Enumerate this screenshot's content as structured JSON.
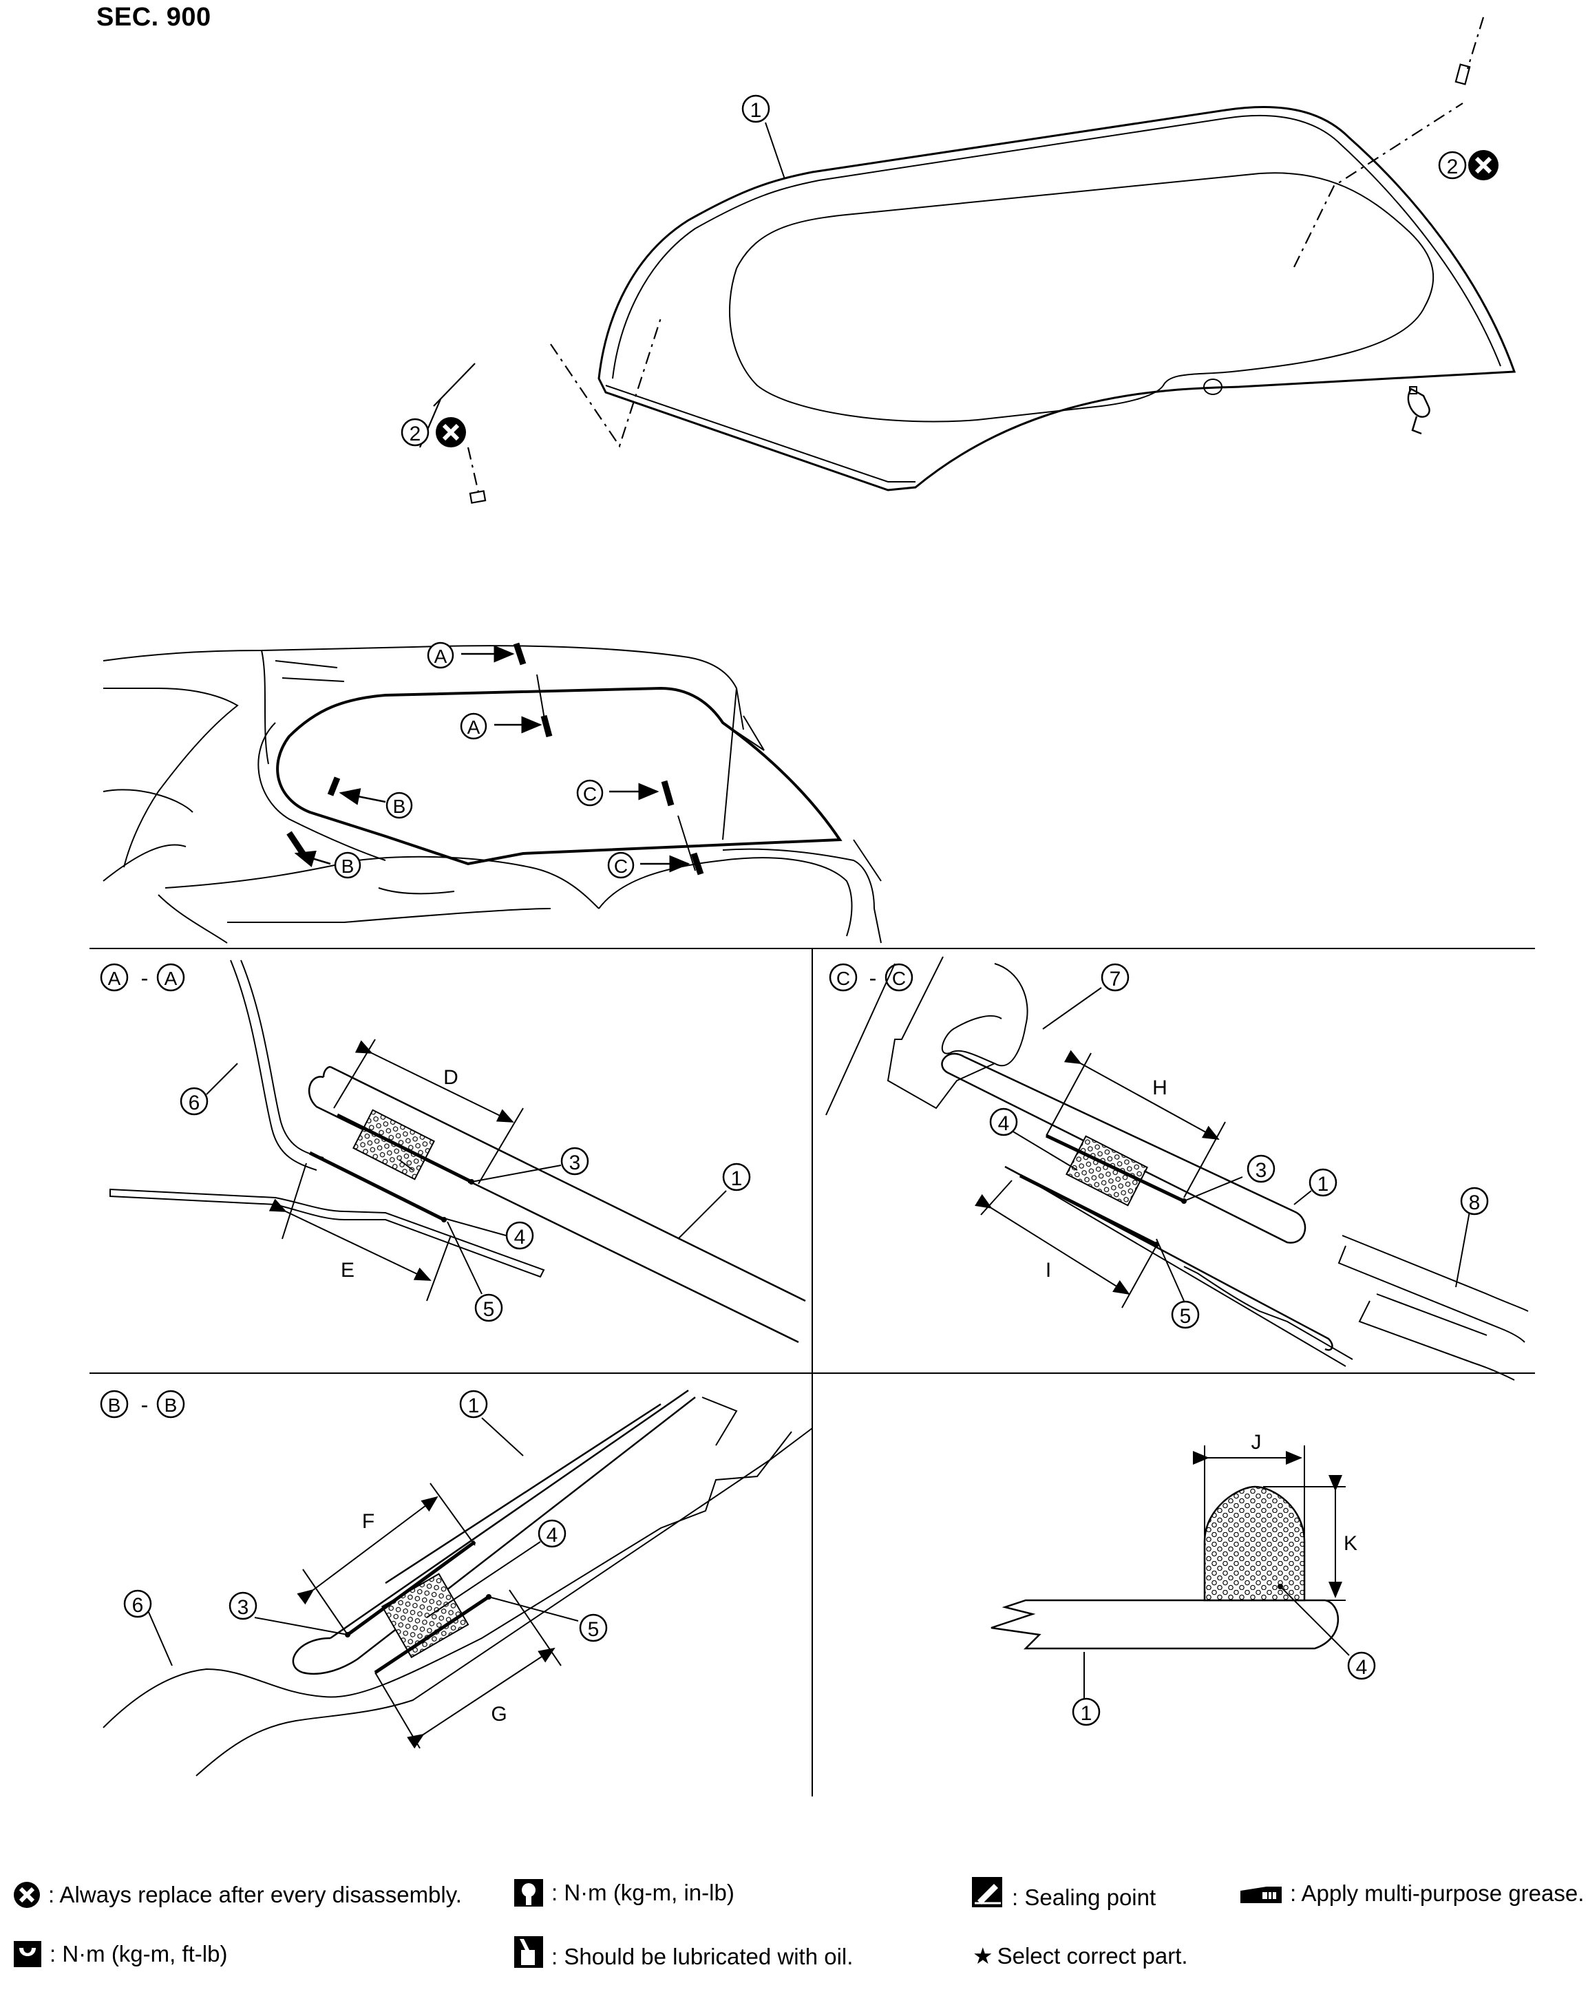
{
  "header": {
    "section": "SEC. 900"
  },
  "callouts": {
    "n1": "1",
    "n2": "2",
    "n3": "3",
    "n4": "4",
    "n5": "5",
    "n6": "6",
    "n7": "7",
    "n8": "8",
    "A": "A",
    "B": "B",
    "C": "C"
  },
  "sections": {
    "aa": {
      "left": "A",
      "dash": "-",
      "right": "A"
    },
    "bb": {
      "left": "B",
      "dash": "-",
      "right": "B"
    },
    "cc": {
      "left": "C",
      "dash": "-",
      "right": "C"
    }
  },
  "dimensions": {
    "D": "D",
    "E": "E",
    "F": "F",
    "G": "G",
    "H": "H",
    "I": "I",
    "J": "J",
    "K": "K"
  },
  "legend": {
    "replace": {
      "icon": "x-circle-icon",
      "text": ": Always replace after every disassembly."
    },
    "torque_in": {
      "icon": "torque-wrench-icon",
      "text": ": N·m (kg-m, in-lb)"
    },
    "sealing": {
      "icon": "sealing-point-icon",
      "text": ": Sealing point"
    },
    "grease": {
      "icon": "grease-icon",
      "text": ": Apply multi-purpose grease."
    },
    "torque_ft": {
      "icon": "torque-wrench-icon",
      "text": ": N·m (kg-m, ft-lb)"
    },
    "oil": {
      "icon": "oil-can-icon",
      "text": ": Should be lubricated with oil."
    },
    "select": {
      "icon": "star-icon",
      "star": "★",
      "text": "Select correct part."
    }
  }
}
